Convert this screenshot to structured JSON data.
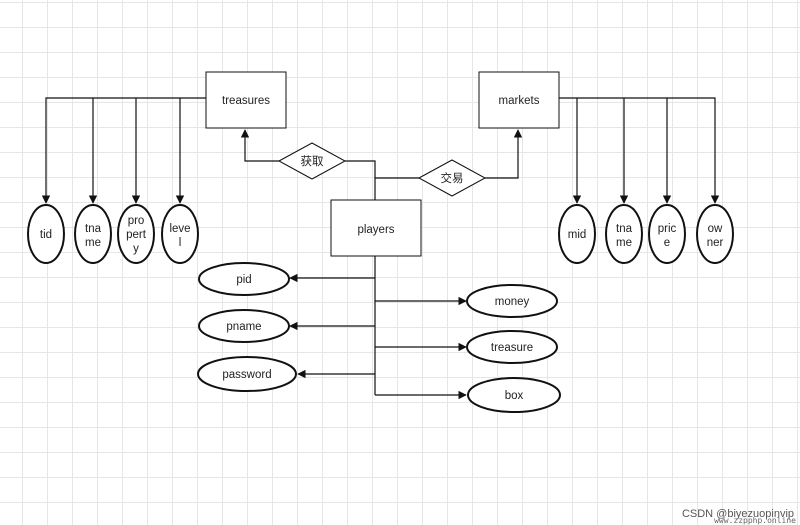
{
  "entities": {
    "treasures": "treasures",
    "markets": "markets",
    "players": "players"
  },
  "relationships": {
    "acquire": "获取",
    "trade": "交易"
  },
  "attributes": {
    "treasures": [
      {
        "lines": [
          "tid"
        ]
      },
      {
        "lines": [
          "tna",
          "me"
        ]
      },
      {
        "lines": [
          "pro",
          "pert",
          "y"
        ]
      },
      {
        "lines": [
          "leve",
          "l"
        ]
      }
    ],
    "markets": [
      {
        "lines": [
          "mid"
        ]
      },
      {
        "lines": [
          "tna",
          "me"
        ]
      },
      {
        "lines": [
          "pric",
          "e"
        ]
      },
      {
        "lines": [
          "ow",
          "ner"
        ]
      }
    ],
    "players_left": [
      "pid",
      "pname",
      "password"
    ],
    "players_right": [
      "money",
      "treasure",
      "box"
    ]
  },
  "watermark": "CSDN @biyezuopinvip",
  "watermark_url": "www.zzpphp.online"
}
